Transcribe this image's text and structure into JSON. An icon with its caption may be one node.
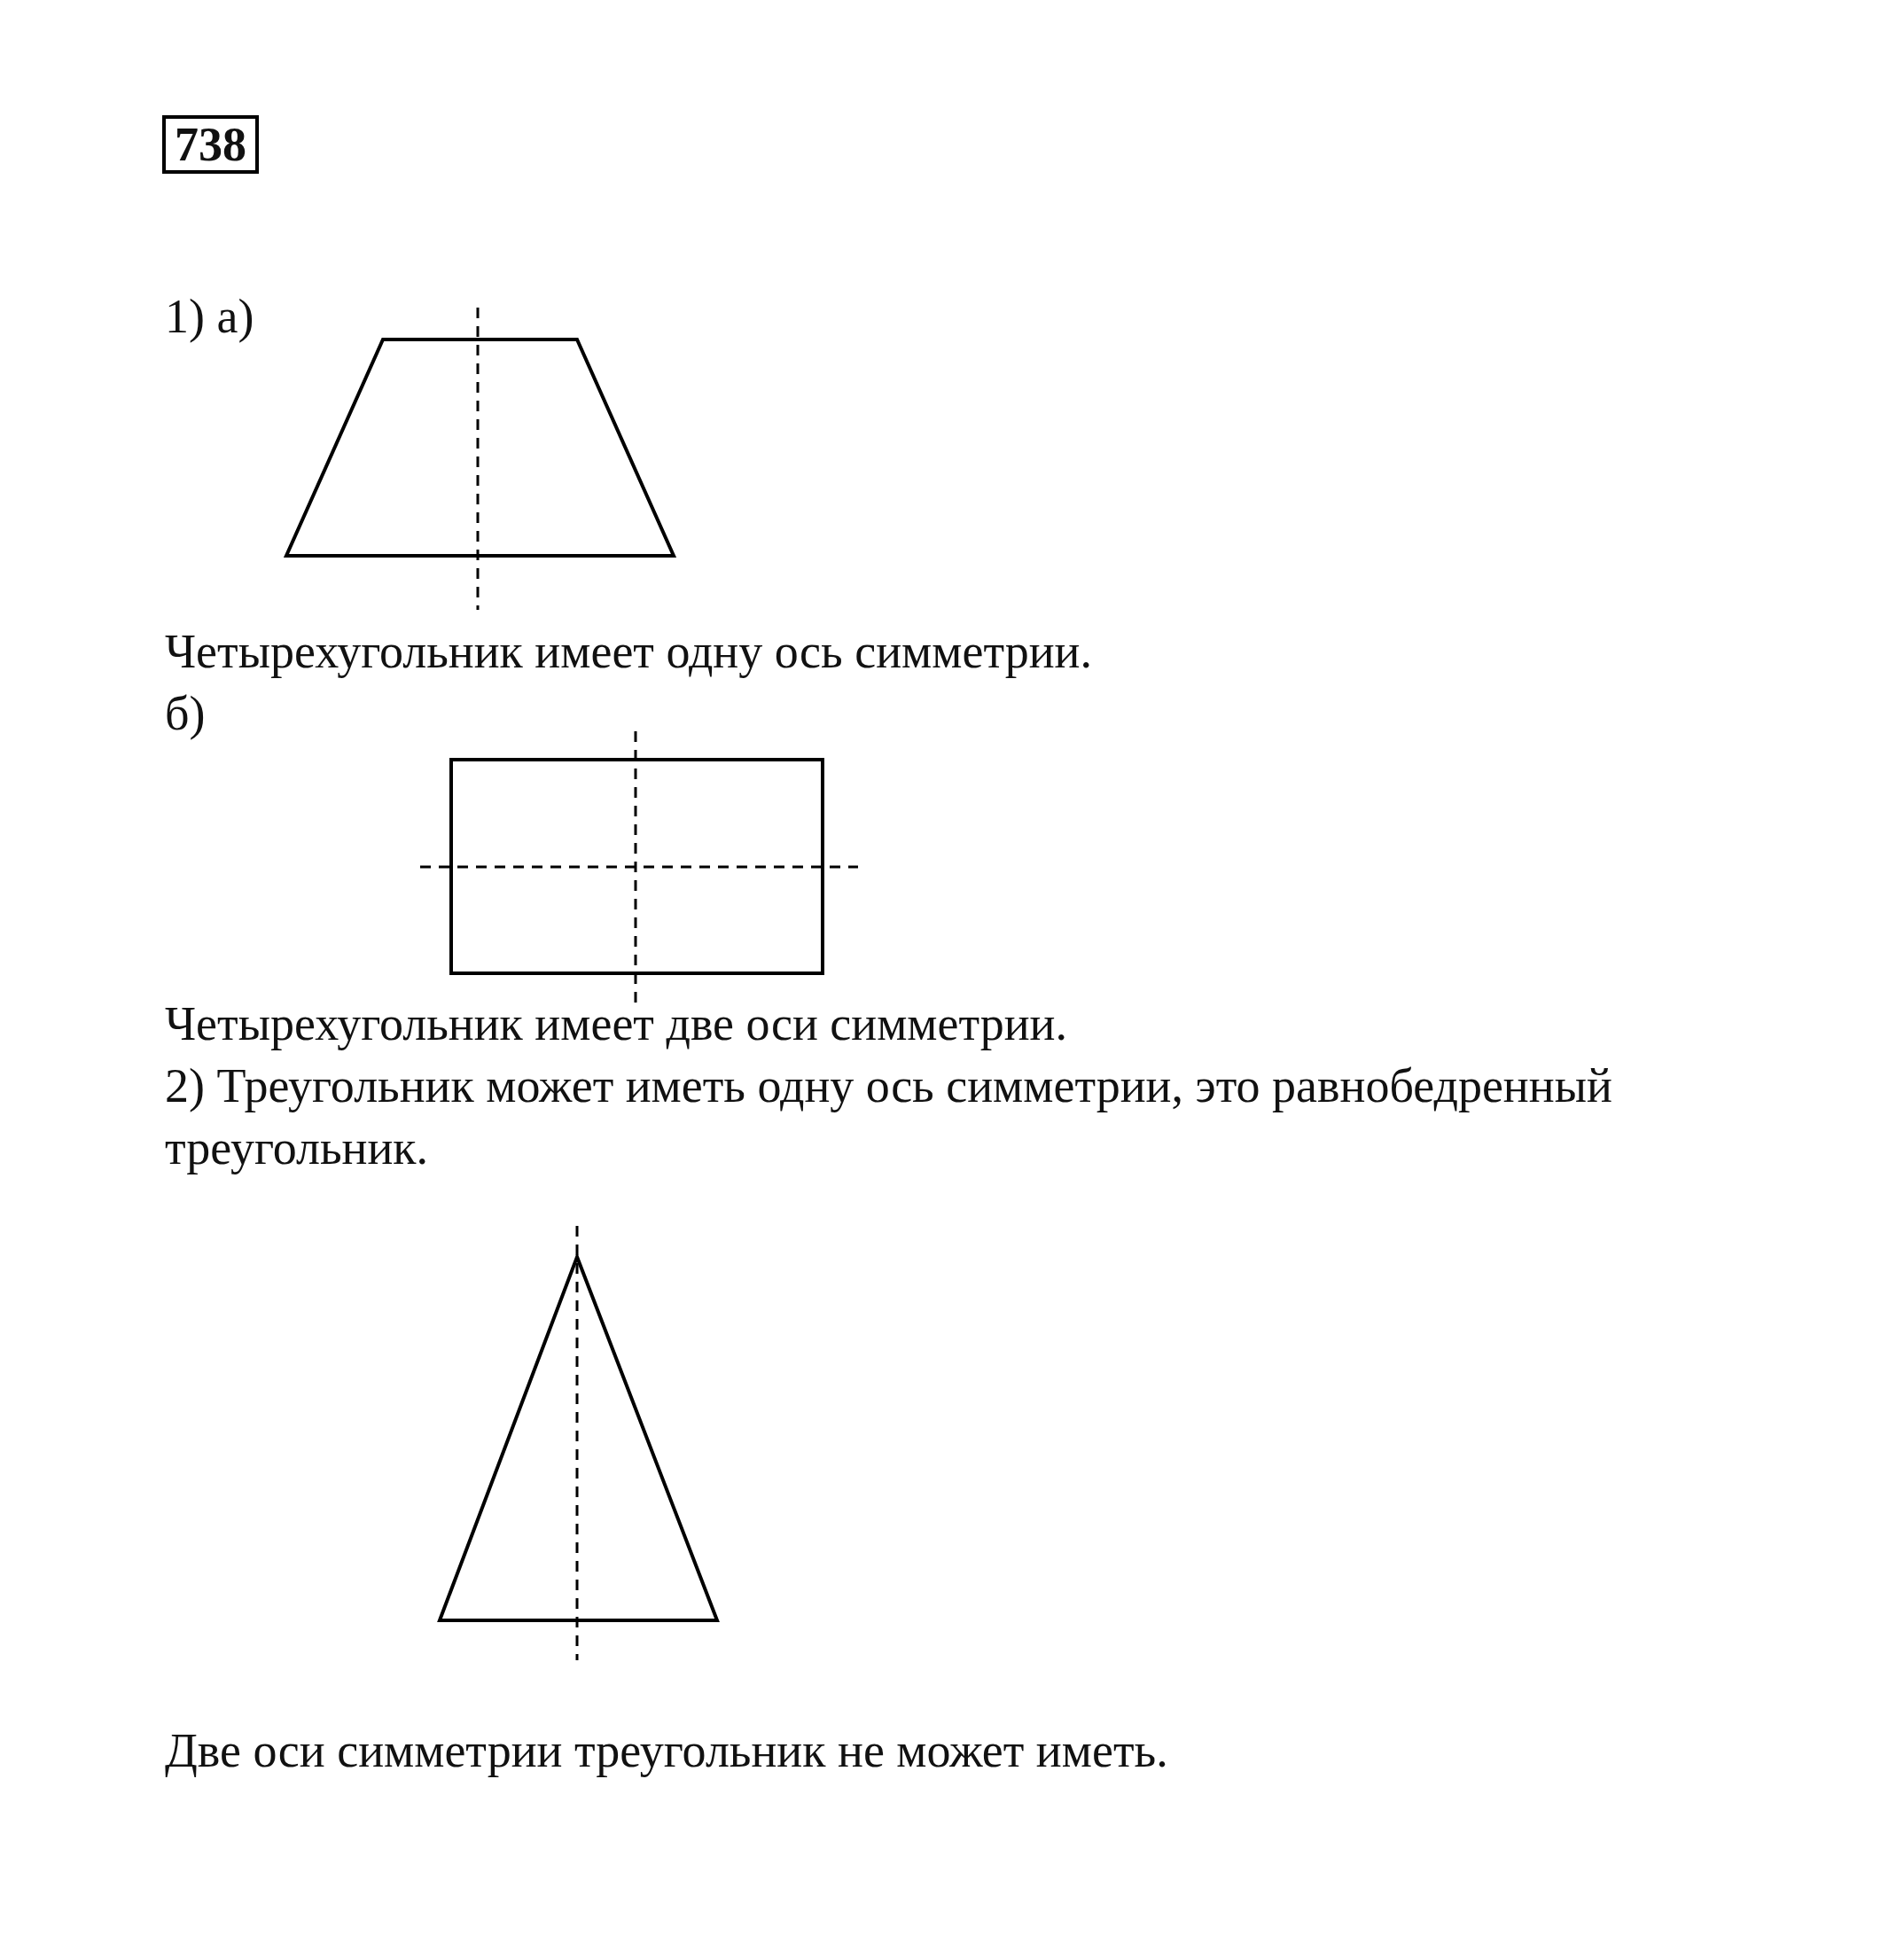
{
  "diagram": {
    "nodes": [
      {
        "text": [
          "738"
        ]
      }
    ],
    "labels": [
      "1) а)",
      "Четырехугольник имеет одну ось симметрии.",
      "б)",
      "Четырехугольник имеет две оси симметрии.",
      "2) Треугольник может иметь одну ось симметрии, это равнобедренный треугольник.",
      "Две оси симметрии треугольник не может иметь."
    ]
  }
}
